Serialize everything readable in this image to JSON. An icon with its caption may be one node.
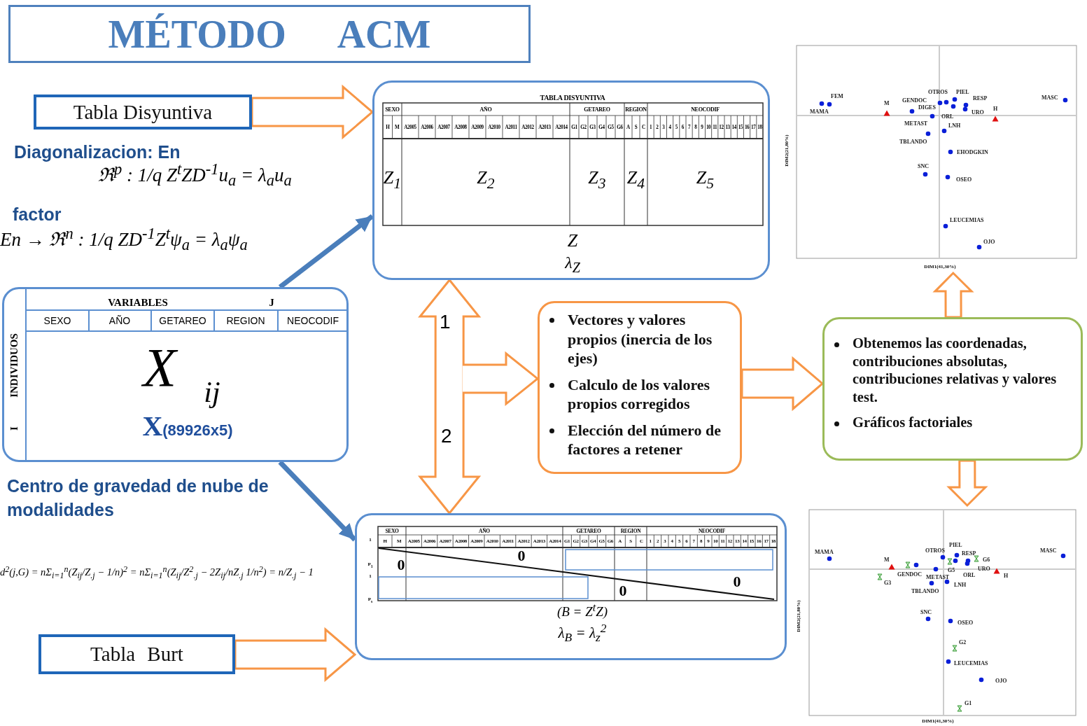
{
  "diagram": {
    "nodes": [
      {
        "text": [
          "MÉTODO ACM"
        ]
      },
      {
        "text": [
          "Tabla Disyuntiva"
        ]
      },
      {
        "text": [
          "TABLA DISYUNTIVA",
          "SEXO",
          "AÑO",
          "GETAREO",
          "REGION",
          "NEOCODIF",
          "H",
          "M",
          "A2005",
          "A2006",
          "A2007",
          "A2008",
          "A2009",
          "A2010",
          "A2011",
          "A2012",
          "A2013",
          "A2014",
          "G1",
          "G2",
          "G3",
          "G4",
          "G5",
          "G6",
          "A",
          "S",
          "C",
          "1",
          "2",
          "3",
          "4",
          "5",
          "6",
          "7",
          "8",
          "9",
          "10",
          "11",
          "12",
          "13",
          "14",
          "15",
          "16",
          "17",
          "18",
          "Z$_{1}$",
          "Z$_{2}$",
          "Z$_{3}$",
          "Z$_{4}$",
          "Z$_{5}$",
          "Z",
          "λ$_{Z}$"
        ]
      },
      {
        "text": [
          "FEM",
          "MAMA",
          "M",
          "GENDOC",
          "DIGES",
          "OTROS",
          "PIEL",
          "RESP",
          "URO",
          "H",
          "MASC",
          "ORL",
          "METAST",
          "LNH",
          "TBLANDO",
          "EHODGKIN",
          "SNC",
          "OSEO",
          "LEUCEMIAS",
          "OJO",
          "DIM1(41,30%)",
          "DIM2(21,80%)"
        ]
      },
      {
        "text": [
          "VARIABLES",
          "J",
          "SEXO",
          "AÑO",
          "GETAREO",
          "REGION",
          "NEOCODIF",
          "INDIVIDUOS",
          "I",
          "X",
          "ij",
          "**X**(89926x5)"
        ]
      },
      {
        "text": [
          "Vectores y valores propios (inercia de los ejes)",
          "Calculo de los valores propios corregidos",
          "Elección del número de factores a retener"
        ]
      },
      {
        "text": [
          "Obtenemos las coordenadas, contribuciones absolutas, contribuciones relativas y valores test.",
          "Gráficos factoriales"
        ]
      },
      {
        "text": [
          "SEXO",
          "AÑO",
          "GETAREO",
          "REGION",
          "NEOCODIF",
          "H",
          "M",
          "A2005",
          "A2006",
          "A2007",
          "A2008",
          "A2009",
          "A2010",
          "A2011",
          "A2012",
          "A2013",
          "A2014",
          "G1",
          "G2",
          "G3",
          "G4",
          "G5",
          "G6",
          "A",
          "S",
          "C",
          "1",
          "2",
          "3",
          "4",
          "5",
          "6",
          "7",
          "8",
          "9",
          "10",
          "11",
          "12",
          "13",
          "14",
          "15",
          "16",
          "17",
          "18",
          "1",
          "P$_{1}$",
          "1",
          "P$_{s}$",
          "0",
          "0",
          "0",
          "0",
          "(B = Z$^{t}$Z)",
          "λ$_{B}$ = λ$_{z}$$^{2}$"
        ]
      },
      {
        "text": [
          "Tabla Burt"
        ]
      },
      {
        "text": [
          "MAMA",
          "M",
          "GENDOC",
          "G3",
          "OTROS",
          "PIEL",
          "RESP",
          "G5",
          "G6",
          "URO",
          "ORL",
          "H",
          "MASC",
          "METAST",
          "LNH",
          "TBLANDO",
          "SNC",
          "OSEO",
          "G2",
          "LEUCEMIAS",
          "OJO",
          "G1",
          "DIM1(41,30%)",
          "DIM2(21,80%)"
        ]
      }
    ],
    "edges": [
      {
        "from": 1,
        "to": 2,
        "arrow": "to"
      },
      {
        "from": 4,
        "to": 2,
        "arrow": "to",
        "color": "#4a7ebb"
      },
      {
        "from": 7,
        "to": 2,
        "arrow": "both"
      },
      {
        "from": null,
        "to": 5,
        "arrow": "to"
      },
      {
        "from": 5,
        "to": 6,
        "arrow": "to"
      },
      {
        "from": 6,
        "to": 3,
        "arrow": "to"
      },
      {
        "from": 6,
        "to": 9,
        "arrow": "to"
      },
      {
        "from": 4,
        "to": 7,
        "arrow": "to",
        "color": "#4a7ebb"
      },
      {
        "from": 8,
        "to": 7,
        "arrow": "to"
      }
    ],
    "labels": [
      "Diagonalizacion: En",
      "ℜ$^{p}$ : 1/q Z$^{t}$ZD$^{-1}$u$_{a}$ = λ$_{a}$u$_{a}$",
      "factor",
      "En → ℜ$^{n}$ : 1/q ZD$^{-1}$Z$^{t}$ψ$_{a}$ = λ$_{a}$ψ$_{a}$",
      "Centro de gravedad de nube de modalidades",
      "d$^{2}$(j,G) = nΣ$_{i=1}$$^{n}$(Z$_{ij}$/Z$_{.j}$ − 1/n)$^{2}$ = nΣ$_{i=1}$$^{n}$(Z$_{ij}$/Z$^{2}$$_{.j}$ − 2Z$_{ij}$/nZ$_{.j}$ 1/n$^{2}$) = n/Z$_{.j}$ − 1",
      "1",
      "2"
    ]
  }
}
